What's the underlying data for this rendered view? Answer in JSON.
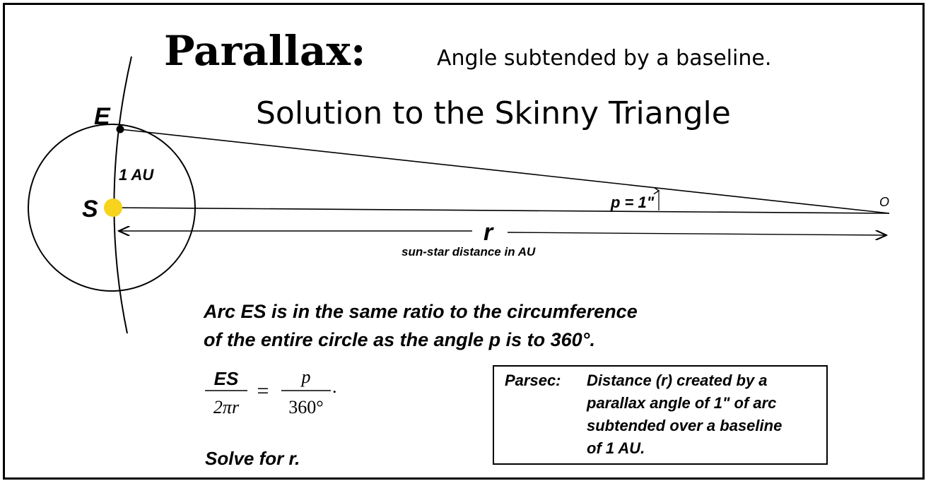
{
  "title": {
    "main": "Parallax:",
    "tagline": "Angle subtended by a baseline.",
    "subtitle": "Solution to the Skinny Triangle"
  },
  "diagram": {
    "earth_label": "E",
    "sun_label": "S",
    "arc_label": "1 AU",
    "angle_label": "p = 1\"",
    "star_label": "O",
    "distance_label": "r",
    "distance_caption": "sun-star distance in AU",
    "colors": {
      "sun": "#f6d31c",
      "lines": "#000000"
    }
  },
  "statement": {
    "line1": "Arc ES is in the same ratio to the circumference",
    "line2": "of the entire circle as the angle p is to 360°."
  },
  "equation": {
    "lhs_numerator": "ES",
    "lhs_denominator": "2πr",
    "equals": "=",
    "rhs_numerator": "p",
    "rhs_denominator": "360°",
    "terminal": "."
  },
  "instruction": "Solve for r.",
  "definition": {
    "term": "Parsec:",
    "lines": [
      "Distance (r) created by a",
      "parallax angle of 1\" of arc",
      "subtended over a baseline",
      "of 1 AU."
    ]
  }
}
